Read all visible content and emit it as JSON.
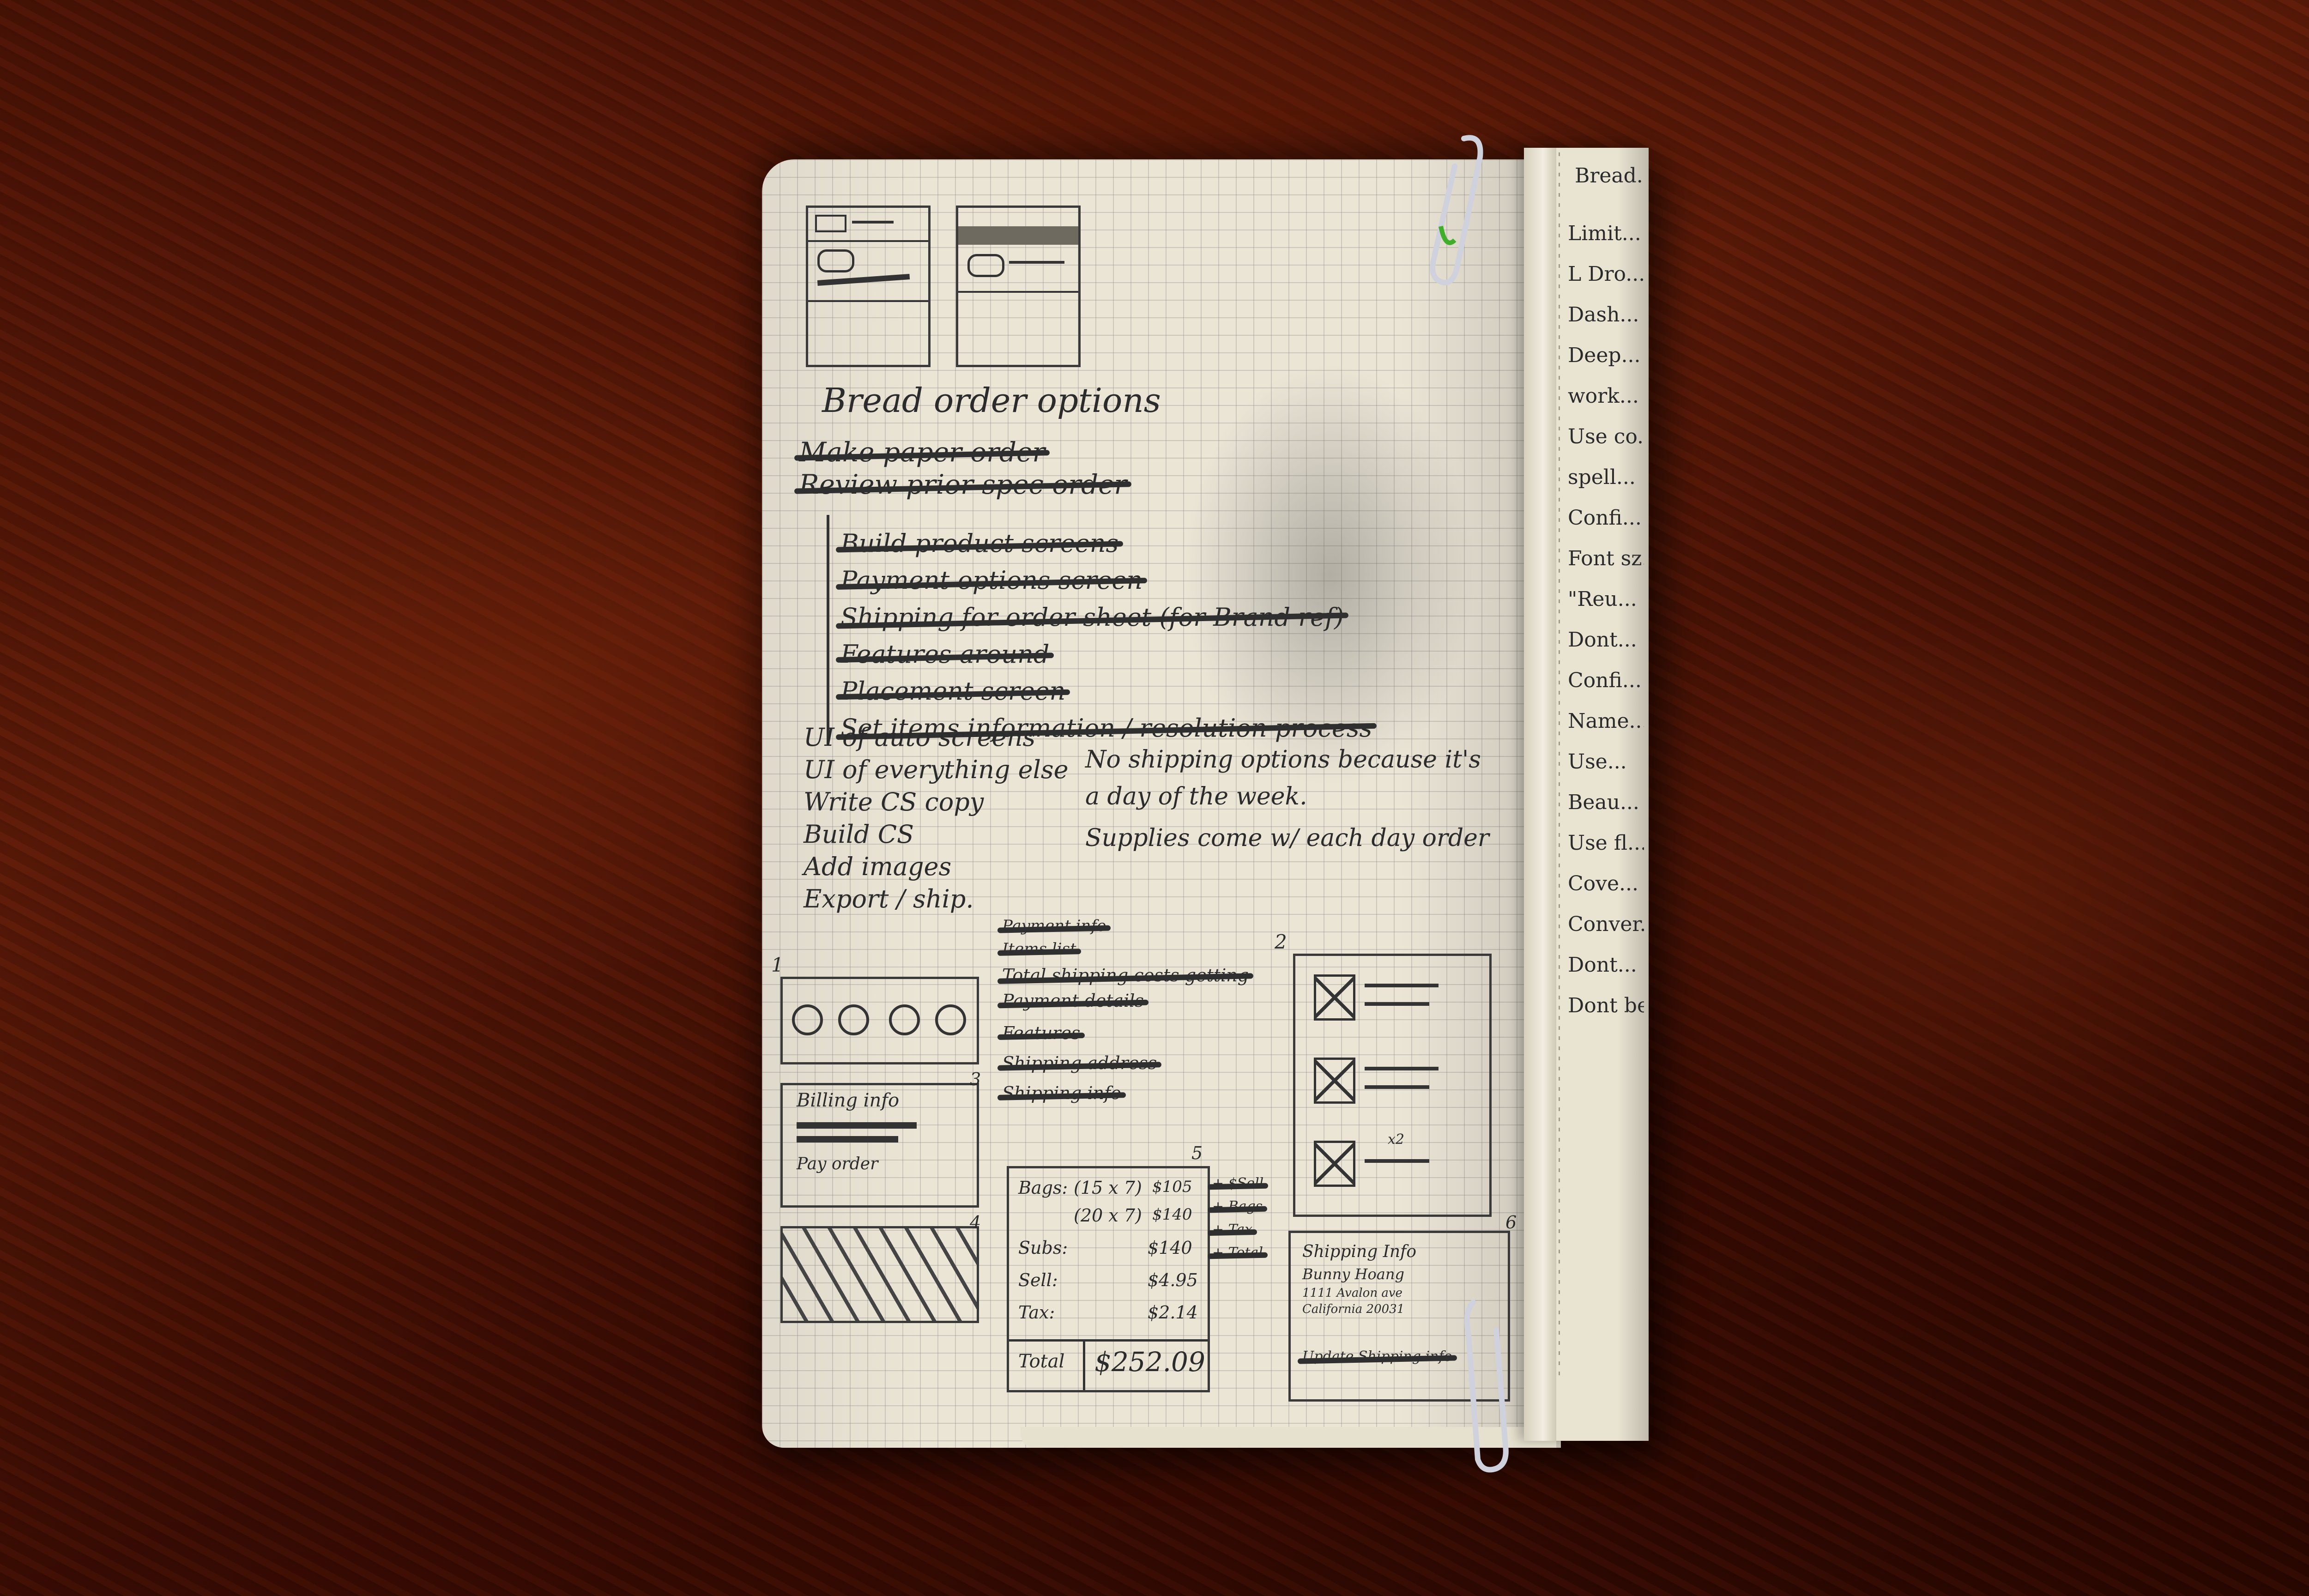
{
  "notebook_page": {
    "heading": "Bread order options",
    "crossed_items": [
      "Make paper order",
      "Review prior spec order",
      "Build product screens",
      "Payment options screen",
      "Shipping for order sheet (for Brand ref)",
      "Features around",
      "Placement screen",
      "Set items information / resolution process"
    ],
    "todo_list": [
      "UI of auto screens",
      "UI of everything else",
      "Write CS copy",
      "Build CS",
      "Add images",
      "Export / ship."
    ],
    "side_notes": [
      "No shipping options because it's a day of the week.",
      "Supplies come w/ each day order"
    ],
    "sketch_list": [
      "Payment info",
      "Items list",
      "Total shipping costs getting",
      "Payment details",
      "Features",
      "Shipping address",
      "Shipping info"
    ],
    "frame_numbers": [
      "1",
      "2",
      "3",
      "4",
      "5",
      "6"
    ],
    "frame_1_labels": [
      "Billing info",
      "Pay order"
    ],
    "frame_2_label": "x2",
    "order_summary": {
      "rows": [
        {
          "label": "Bags:",
          "detail": "(15 x 7)",
          "amount": "$105"
        },
        {
          "label": "",
          "detail": "(20 x 7)",
          "amount": "$140"
        },
        {
          "label": "Subs:",
          "detail": "",
          "amount": "$140"
        },
        {
          "label": "Sell:",
          "detail": "",
          "amount": "$4.95"
        },
        {
          "label": "Tax:",
          "detail": "",
          "amount": "$2.14"
        }
      ],
      "total_label": "Total",
      "total_value": "$252.09"
    },
    "order_side_notes": [
      "+ $Sell",
      "+ Bags",
      "+ Tax",
      "+ Total"
    ],
    "shipping_card": {
      "lines": [
        "Shipping Info",
        "Bunny Hoang",
        "1111 Avalon ave",
        "California 20031"
      ],
      "footer": "Update Shipping info"
    }
  },
  "side_strip": {
    "title": "Bread...",
    "items": [
      "Limit...",
      "L Dro...",
      "Dash...",
      "Deep...",
      "work...",
      "Use co...",
      "spell...",
      "Confi...",
      "Font sz...",
      "\"Reu...",
      "Dont...",
      "Confi...",
      "Name...",
      "Use...",
      "Beau...",
      "Use fl...",
      "Cove...",
      "Conver...",
      "Dont...",
      "Dont be..."
    ]
  },
  "colors": {
    "table": "#4a1205",
    "paper": "#ebe5d6",
    "pencil": "#2b2b2b",
    "clip": "#c9ccd6",
    "green_thread": "#3fae2a"
  }
}
